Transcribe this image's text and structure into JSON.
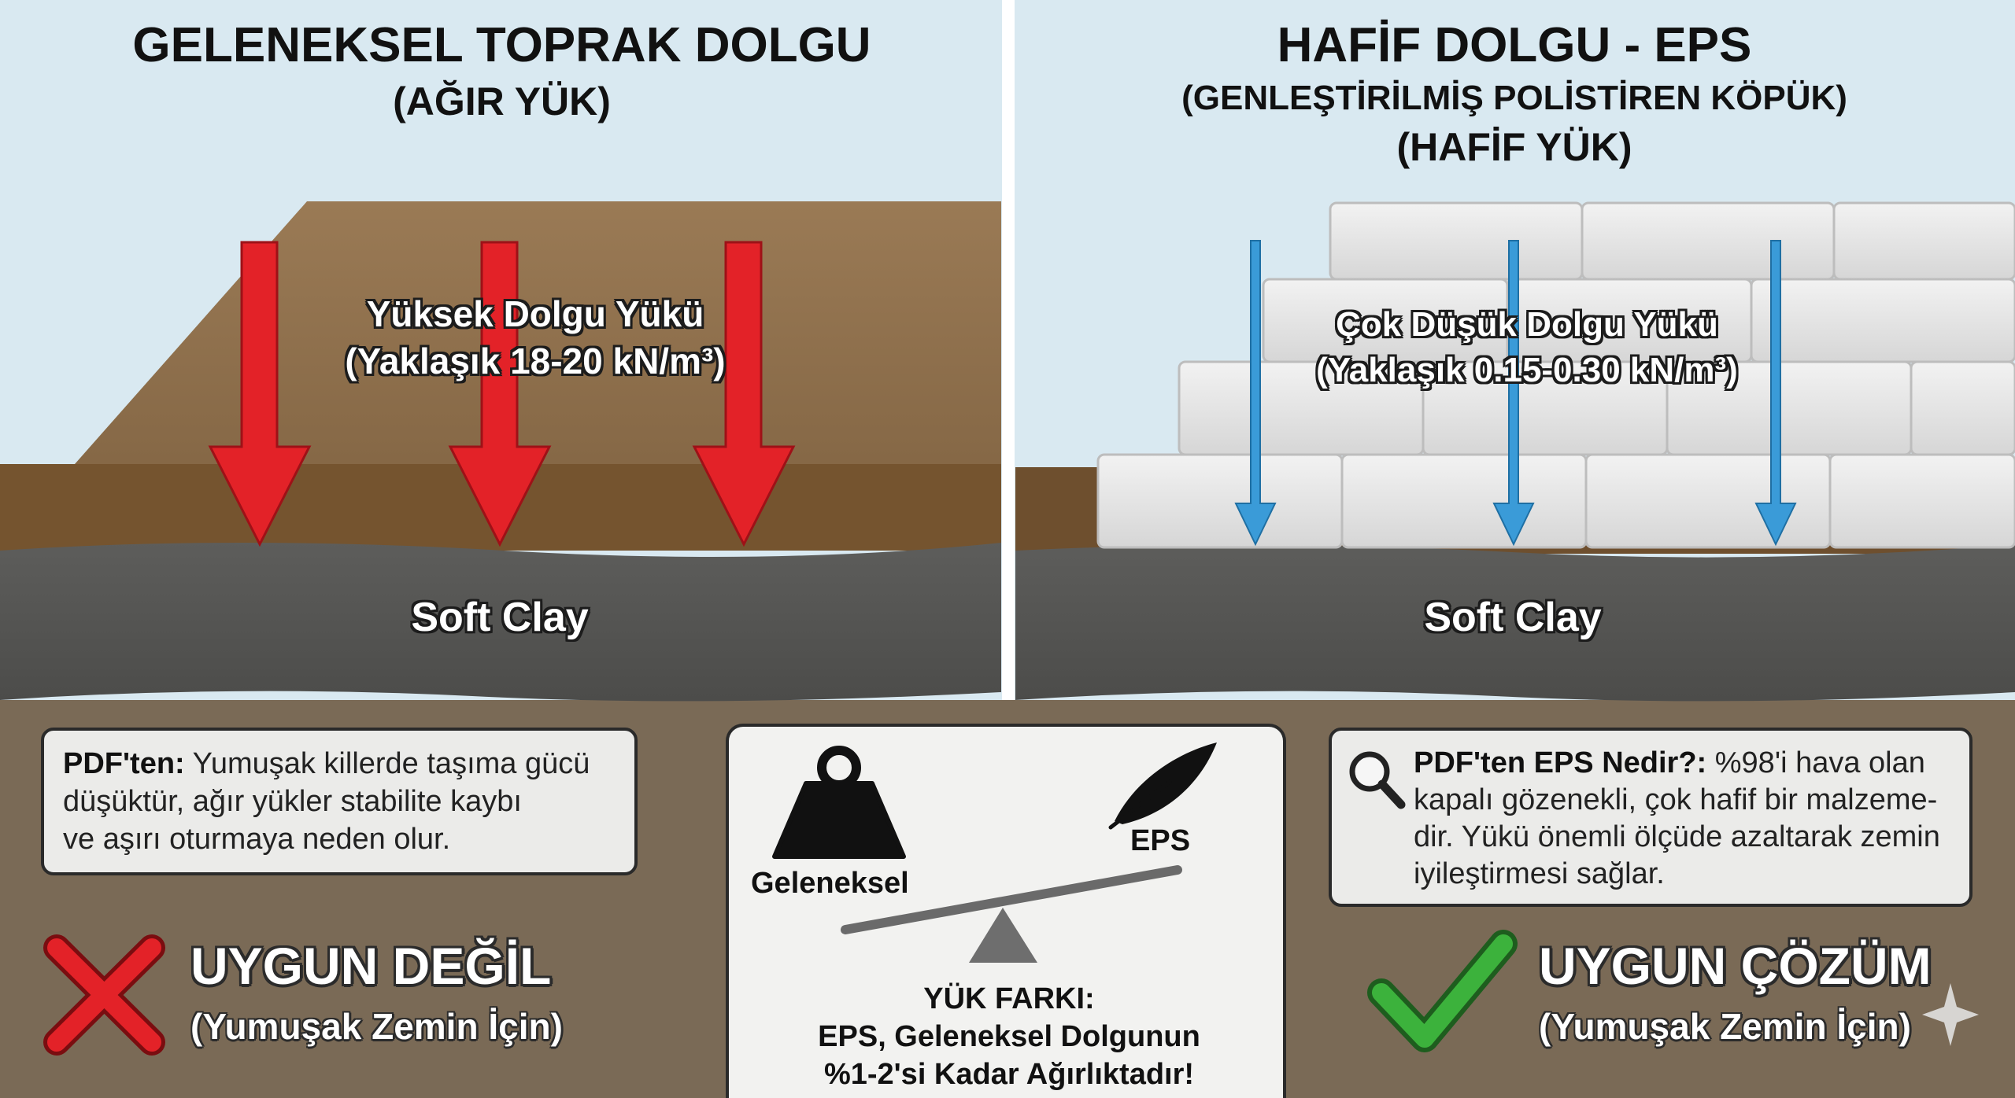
{
  "left_panel": {
    "title": "GELENEKSEL TOPRAK DOLGU",
    "subtitle": "(AĞIR YÜK)",
    "load_label_line1": "Yüksek Dolgu Yükü",
    "load_label_line2": "(Yaklaşık 18-20 kN/m³)",
    "soil_label": "Soft Clay",
    "note_bold": "PDF'ten:",
    "note_line1": " Yumuşak killerde taşıma gücü",
    "note_line2": "düşüktür, ağır yükler stabilite kaybı",
    "note_line3": "ve aşırı oturmaya neden olur.",
    "verdict": "UYGUN DEĞİL",
    "verdict_sub": "(Yumuşak Zemin İçin)",
    "verdict_icon": "cross-icon",
    "arrow_color": "#e32228"
  },
  "right_panel": {
    "title": "HAFİF DOLGU - EPS",
    "subtitle": "(GENLEŞTİRİLMİŞ POLİSTİREN KÖPÜK)",
    "subtitle2": "(HAFİF YÜK)",
    "load_label_line1": "Çok Düşük Dolgu Yükü",
    "load_label_line2": "(Yaklaşık 0.15-0.30 kN/m³)",
    "soil_label": "Soft Clay",
    "note_bold": "PDF'ten EPS Nedir?:",
    "note_line1": " %98'i hava olan",
    "note_line2": "kapalı gözenekli, çok hafif bir malzeme-",
    "note_line3": "dir. Yükü önemli ölçüde azaltarak zemin",
    "note_line4": "iyileştirmesi sağlar.",
    "verdict": "UYGUN ÇÖZÜM",
    "verdict_sub": "(Yumuşak Zemin İçin)",
    "verdict_icon": "check-icon",
    "arrow_color": "#3a9bd8"
  },
  "center_panel": {
    "weight_label": "Geleneksel",
    "feather_label": "EPS",
    "diff_line1": "YÜK FARKI:",
    "diff_line2": "EPS, Geleneksel Dolgunun",
    "diff_line3": "%1-2'si Kadar Ağırlıktadır!"
  },
  "colors": {
    "sky": "#d9e9f1",
    "earth_fill": "#8b6b47",
    "clay": "#555555",
    "ground": "#7a6a56",
    "eps_block": "#e9e9e9"
  }
}
